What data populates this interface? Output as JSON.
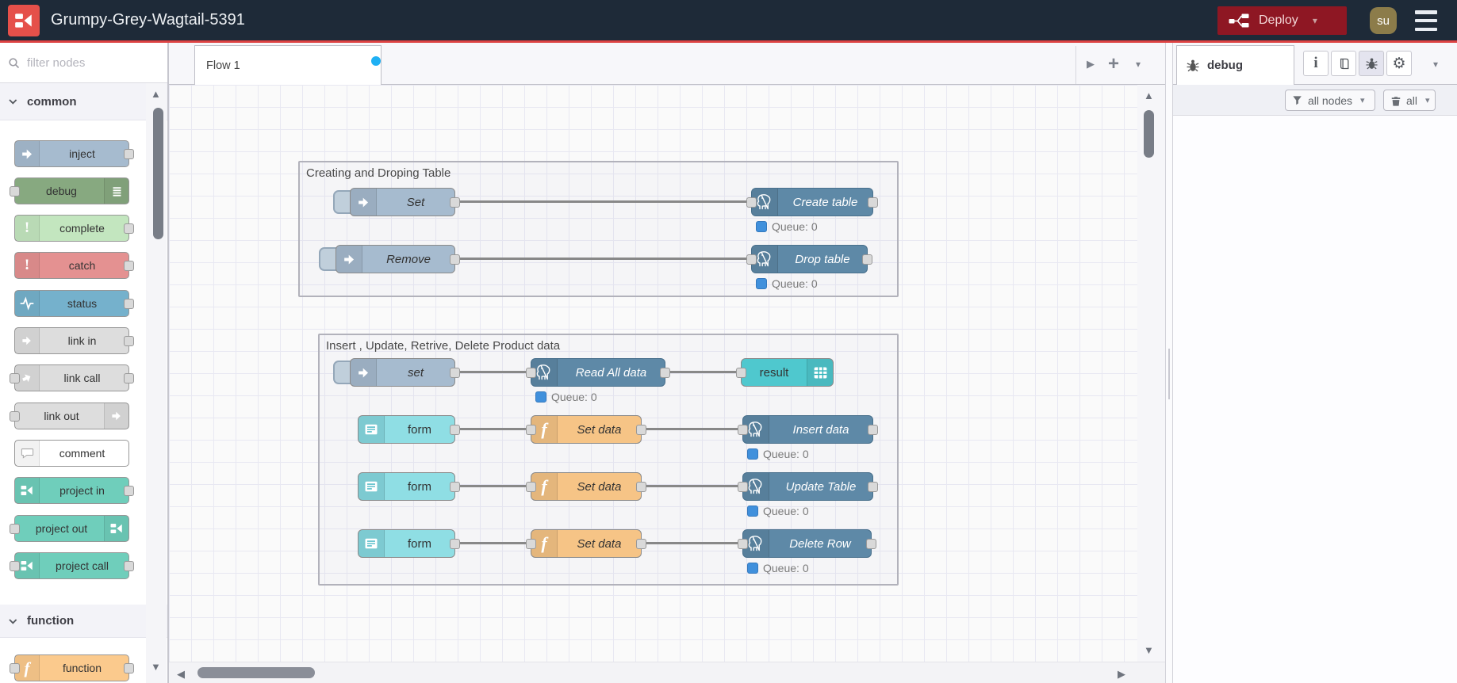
{
  "header": {
    "title": "Grumpy-Grey-Wagtail-5391",
    "deploy": {
      "label": "Deploy"
    },
    "avatar": {
      "initials": "su"
    }
  },
  "palette": {
    "search_placeholder": "filter nodes",
    "categories": [
      {
        "label": "common",
        "items": [
          {
            "label": "inject"
          },
          {
            "label": "debug"
          },
          {
            "label": "complete"
          },
          {
            "label": "catch"
          },
          {
            "label": "status"
          },
          {
            "label": "link in"
          },
          {
            "label": "link call"
          },
          {
            "label": "link out"
          },
          {
            "label": "comment"
          },
          {
            "label": "project in"
          },
          {
            "label": "project out"
          },
          {
            "label": "project call"
          }
        ]
      },
      {
        "label": "function",
        "items": [
          {
            "label": "function"
          }
        ]
      }
    ]
  },
  "workspace": {
    "tab_label": "Flow 1"
  },
  "flow": {
    "queue_label": "Queue: 0",
    "groups": [
      {
        "title": "Creating and Droping Table"
      },
      {
        "title": "Insert , Update, Retrive, Delete Product data"
      }
    ],
    "nodes": [
      {
        "label": "Set",
        "type": "inject"
      },
      {
        "label": "Create table",
        "type": "postgresql"
      },
      {
        "label": "Remove",
        "type": "inject"
      },
      {
        "label": "Drop table",
        "type": "postgresql"
      },
      {
        "label": "set",
        "type": "inject"
      },
      {
        "label": "Read All data",
        "type": "postgresql"
      },
      {
        "label": "result",
        "type": "ui-table"
      },
      {
        "label": "form",
        "type": "ui-form"
      },
      {
        "label": "Set data",
        "type": "function"
      },
      {
        "label": "Insert data",
        "type": "postgresql"
      },
      {
        "label": "form",
        "type": "ui-form"
      },
      {
        "label": "Set data",
        "type": "function"
      },
      {
        "label": "Update Table",
        "type": "postgresql"
      },
      {
        "label": "form",
        "type": "ui-form"
      },
      {
        "label": "Set data",
        "type": "function"
      },
      {
        "label": "Delete Row",
        "type": "postgresql"
      }
    ]
  },
  "sidebar": {
    "tab_label": "debug",
    "filter_button_label": "all nodes",
    "clear_button_label": "all"
  },
  "icons": {
    "search": "magnifier",
    "menu": "hamburger",
    "node_red_logo": "node-red-logo",
    "deploy": "deploy-wire",
    "postgres": "postgres-elephant",
    "chevron_down": "▾",
    "caret_up": "▲",
    "caret_down": "▼",
    "caret_left": "◀",
    "caret_right": "▶",
    "play": "▶",
    "plus": "+",
    "gear": "⚙",
    "info": "i",
    "exclamation": "!",
    "function_f": "f"
  },
  "colors": {
    "header_bg": "#1e2a38",
    "header_accent_line": "#dd4343",
    "logo_red": "#e5504a",
    "deploy_red": "#8e1723",
    "avatar_olive": "#8c7c4a",
    "tab_dirty_dot": "#1fb0f4",
    "queue_status_blue": "#4090dc",
    "node_inject": "#a6bbcf",
    "node_debug": "#87a980",
    "node_complete": "#c3e6bf",
    "node_catch": "#e49191",
    "node_status": "#75b1cc",
    "node_link": "#dddddd",
    "node_project": "#6fcebb",
    "node_function": "#f6c486",
    "node_postgres": "#5e89a7",
    "node_form": "#8fdee4",
    "node_table": "#4fc8ce"
  }
}
